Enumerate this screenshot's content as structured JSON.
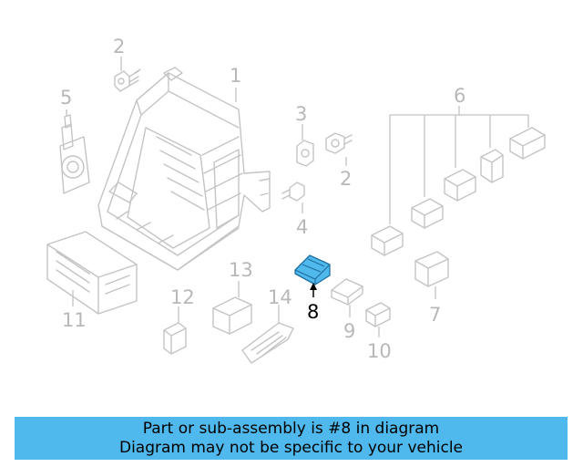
{
  "diagram": {
    "highlight_color": "#4fb8ec",
    "line_color": "#c4c4c4",
    "callouts": {
      "c1": "1",
      "c2a": "2",
      "c2b": "2",
      "c3": "3",
      "c4": "4",
      "c5": "5",
      "c6": "6",
      "c7": "7",
      "c8": "8",
      "c9": "9",
      "c10": "10",
      "c11": "11",
      "c12": "12",
      "c13": "13",
      "c14": "14"
    }
  },
  "banner": {
    "line1": "Part or sub-assembly is #8 in diagram",
    "line2": "Diagram may not be specific to your vehicle",
    "background": "#4fb8ec"
  }
}
